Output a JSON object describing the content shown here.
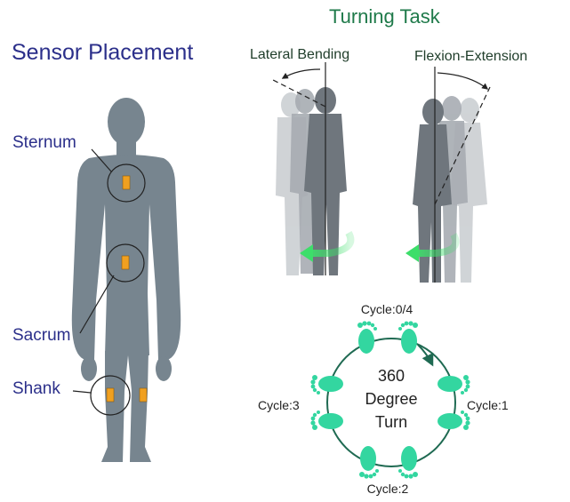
{
  "left_panel": {
    "title": "Sensor Placement",
    "labels": {
      "sternum": "Sternum",
      "sacrum": "Sacrum",
      "shank": "Shank"
    }
  },
  "right_panel": {
    "title": "Turning Task",
    "motions": {
      "lateral": "Lateral Bending",
      "flexion": "Flexion-Extension"
    },
    "turn_diagram": {
      "center_lines": [
        "360",
        "Degree",
        "Turn"
      ],
      "cycles": {
        "top": "Cycle:0/4",
        "right": "Cycle:1",
        "bottom": "Cycle:2",
        "left": "Cycle:3"
      }
    }
  },
  "colors": {
    "body": "#77858f",
    "sensor": "#f0a020",
    "blue_text": "#2b2f8a",
    "green_title": "#1f7a4a",
    "foot_green": "#33d6a0",
    "arrow_green": "#3dde6a"
  }
}
